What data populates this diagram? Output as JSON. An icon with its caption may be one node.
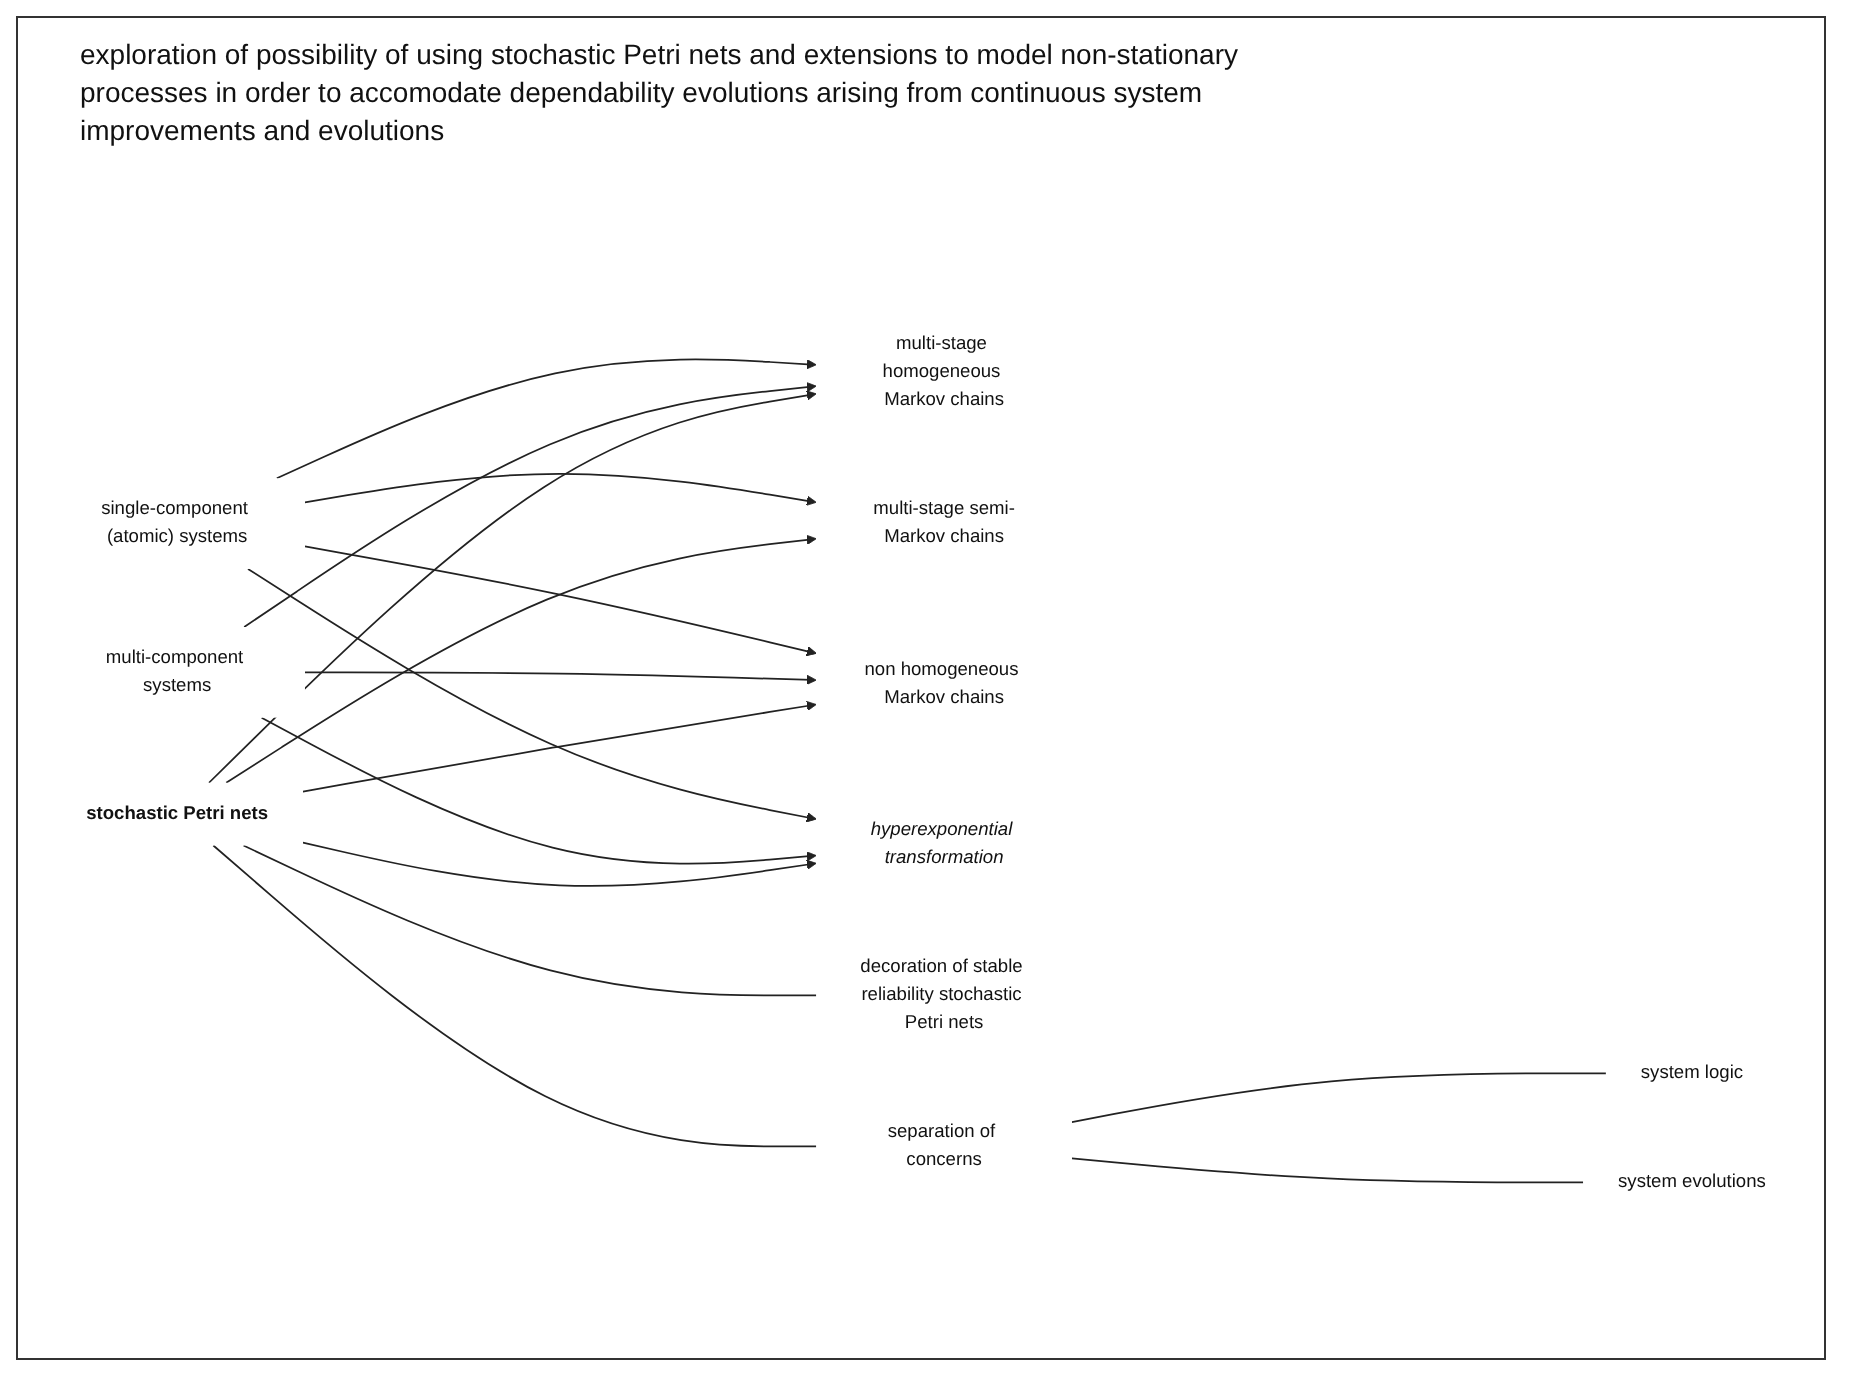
{
  "diagram": {
    "title": "exploration of possibility of using stochastic Petri nets and extensions to model non-stationary processes in order to accomodate dependability evolutions arising from continuous system improvements and evolutions",
    "nodes": [
      {
        "text": [
          "single-component (atomic) systems"
        ]
      },
      {
        "text": [
          "multi-component systems"
        ]
      },
      {
        "text": [
          "multi-stage homogeneous Markov chains"
        ]
      },
      {
        "text": [
          "multi-stage semi-Markov chains"
        ]
      },
      {
        "text": [
          "non homogeneous Markov chains"
        ]
      },
      {
        "text": [
          "hyperexponential transformation"
        ]
      },
      {
        "text": [
          "stochastic Petri nets"
        ]
      },
      {
        "text": [
          "decoration of stable reliability stochastic Petri nets"
        ]
      },
      {
        "text": [
          "separation of concerns"
        ]
      },
      {
        "text": [
          "system logic"
        ]
      },
      {
        "text": [
          "system evolutions"
        ]
      }
    ],
    "edges": [
      {
        "from": 0,
        "to": 2,
        "arrow": "to"
      },
      {
        "from": 0,
        "to": 3,
        "arrow": "to"
      },
      {
        "from": 0,
        "to": 4,
        "arrow": "to"
      },
      {
        "from": 0,
        "to": 5,
        "arrow": "to"
      },
      {
        "from": 1,
        "to": 2,
        "arrow": "to"
      },
      {
        "from": 1,
        "to": 4,
        "arrow": "to"
      },
      {
        "from": 1,
        "to": 5,
        "arrow": "to"
      },
      {
        "from": 6,
        "to": 2,
        "arrow": "to"
      },
      {
        "from": 6,
        "to": 3,
        "arrow": "to"
      },
      {
        "from": 6,
        "to": 4,
        "arrow": "to"
      },
      {
        "from": 6,
        "to": 5,
        "arrow": "to"
      },
      {
        "from": 6,
        "to": 7,
        "arrow": "none"
      },
      {
        "from": 6,
        "to": 8,
        "arrow": "none"
      },
      {
        "from": 8,
        "to": 9,
        "arrow": "none"
      },
      {
        "from": 8,
        "to": 10,
        "arrow": "none"
      }
    ]
  }
}
